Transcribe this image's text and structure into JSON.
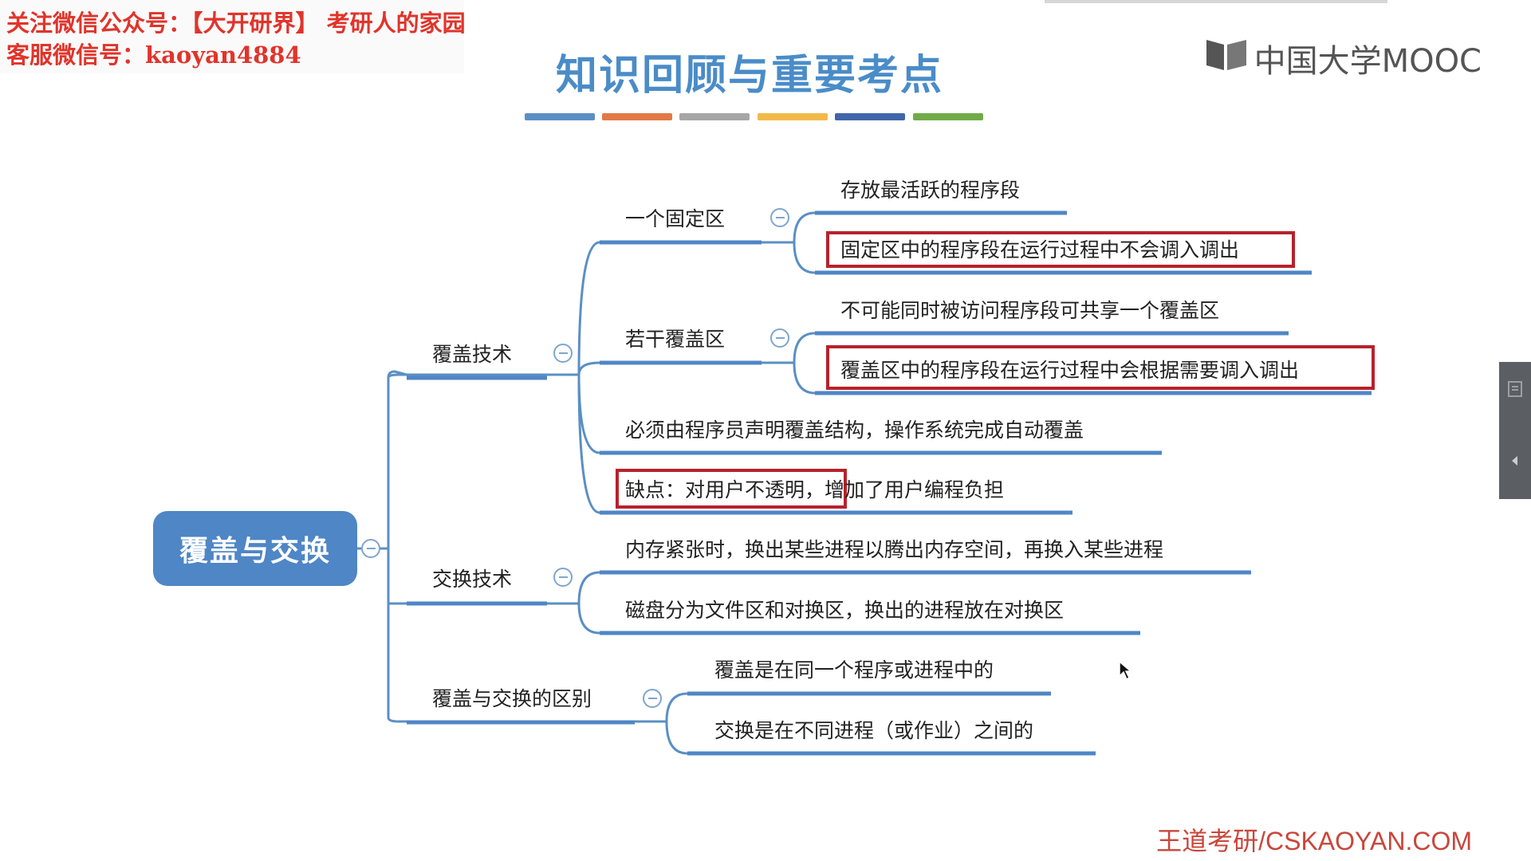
{
  "watermark": {
    "line1": "关注微信公众号：【大开研界】 考研人的家园",
    "line2": "客服微信号：kaoyan4884"
  },
  "title": "知识回顾与重要考点",
  "logo": {
    "text": "中国大学MOOC",
    "icon": "mooc-book-icon"
  },
  "colors": {
    "stripes": [
      "#5b8fc4",
      "#e07a45",
      "#a6a6a6",
      "#f2b94a",
      "#3f66a8",
      "#71ab48"
    ],
    "root": "#4f86c6",
    "branch": "#4f86c6",
    "highlight": "#b7222b",
    "watermark": "#e0342b",
    "footer": "#c9463b"
  },
  "mindmap": {
    "root": "覆盖与交换",
    "branches": [
      {
        "label": "覆盖技术",
        "children": [
          {
            "label": "一个固定区",
            "children": [
              {
                "text": "存放最活跃的程序段",
                "highlight": false
              },
              {
                "text": "固定区中的程序段在运行过程中不会调入调出",
                "highlight": true
              }
            ]
          },
          {
            "label": "若干覆盖区",
            "children": [
              {
                "text": "不可能同时被访问程序段可共享一个覆盖区",
                "highlight": false
              },
              {
                "text": "覆盖区中的程序段在运行过程中会根据需要调入调出",
                "highlight": true
              }
            ]
          },
          {
            "label": "必须由程序员声明覆盖结构，操作系统完成自动覆盖"
          },
          {
            "label_highlight": "缺点：对用户不透明，",
            "label_rest": "增加了用户编程负担"
          }
        ]
      },
      {
        "label": "交换技术",
        "children": [
          {
            "label": "内存紧张时，换出某些进程以腾出内存空间，再换入某些进程"
          },
          {
            "label": "磁盘分为文件区和对换区，换出的进程放在对换区"
          }
        ]
      },
      {
        "label": "覆盖与交换的区别",
        "children": [
          {
            "label": "覆盖是在同一个程序或进程中的"
          },
          {
            "label": "交换是在不同进程（或作业）之间的"
          }
        ]
      }
    ]
  },
  "footer": "王道考研/CSKAOYAN.COM"
}
